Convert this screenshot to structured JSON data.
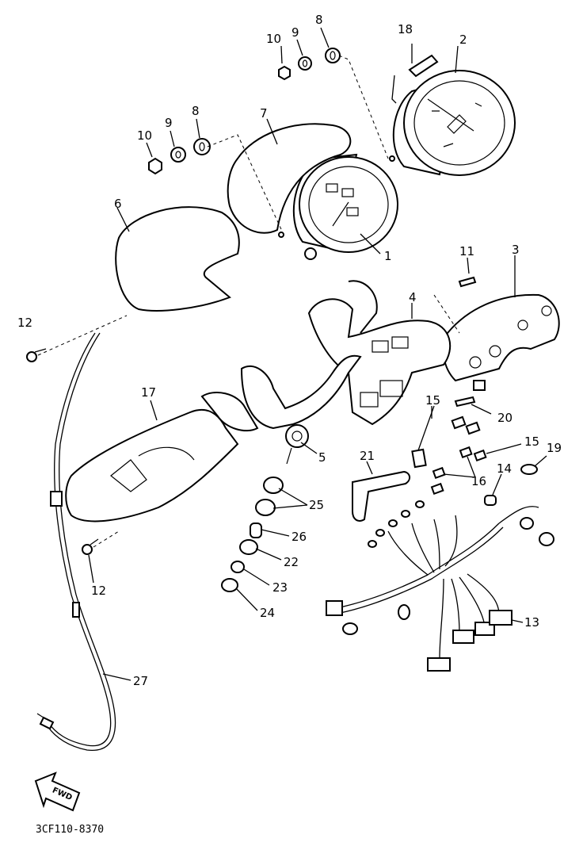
{
  "callouts": {
    "c1": "1",
    "c2": "2",
    "c3": "3",
    "c4": "4",
    "c5": "5",
    "c6": "6",
    "c7": "7",
    "c8a": "8",
    "c8b": "8",
    "c9a": "9",
    "c9b": "9",
    "c10a": "10",
    "c10b": "10",
    "c11": "11",
    "c12a": "12",
    "c12b": "12",
    "c13": "13",
    "c14": "14",
    "c15a": "15",
    "c15b": "15",
    "c16": "16",
    "c17": "17",
    "c18": "18",
    "c19": "19",
    "c20": "20",
    "c21": "21",
    "c22": "22",
    "c23": "23",
    "c24": "24",
    "c25": "25",
    "c26": "26",
    "c27": "27"
  },
  "fwd_label": "FWD",
  "diagram_code": "3CF110-8370"
}
